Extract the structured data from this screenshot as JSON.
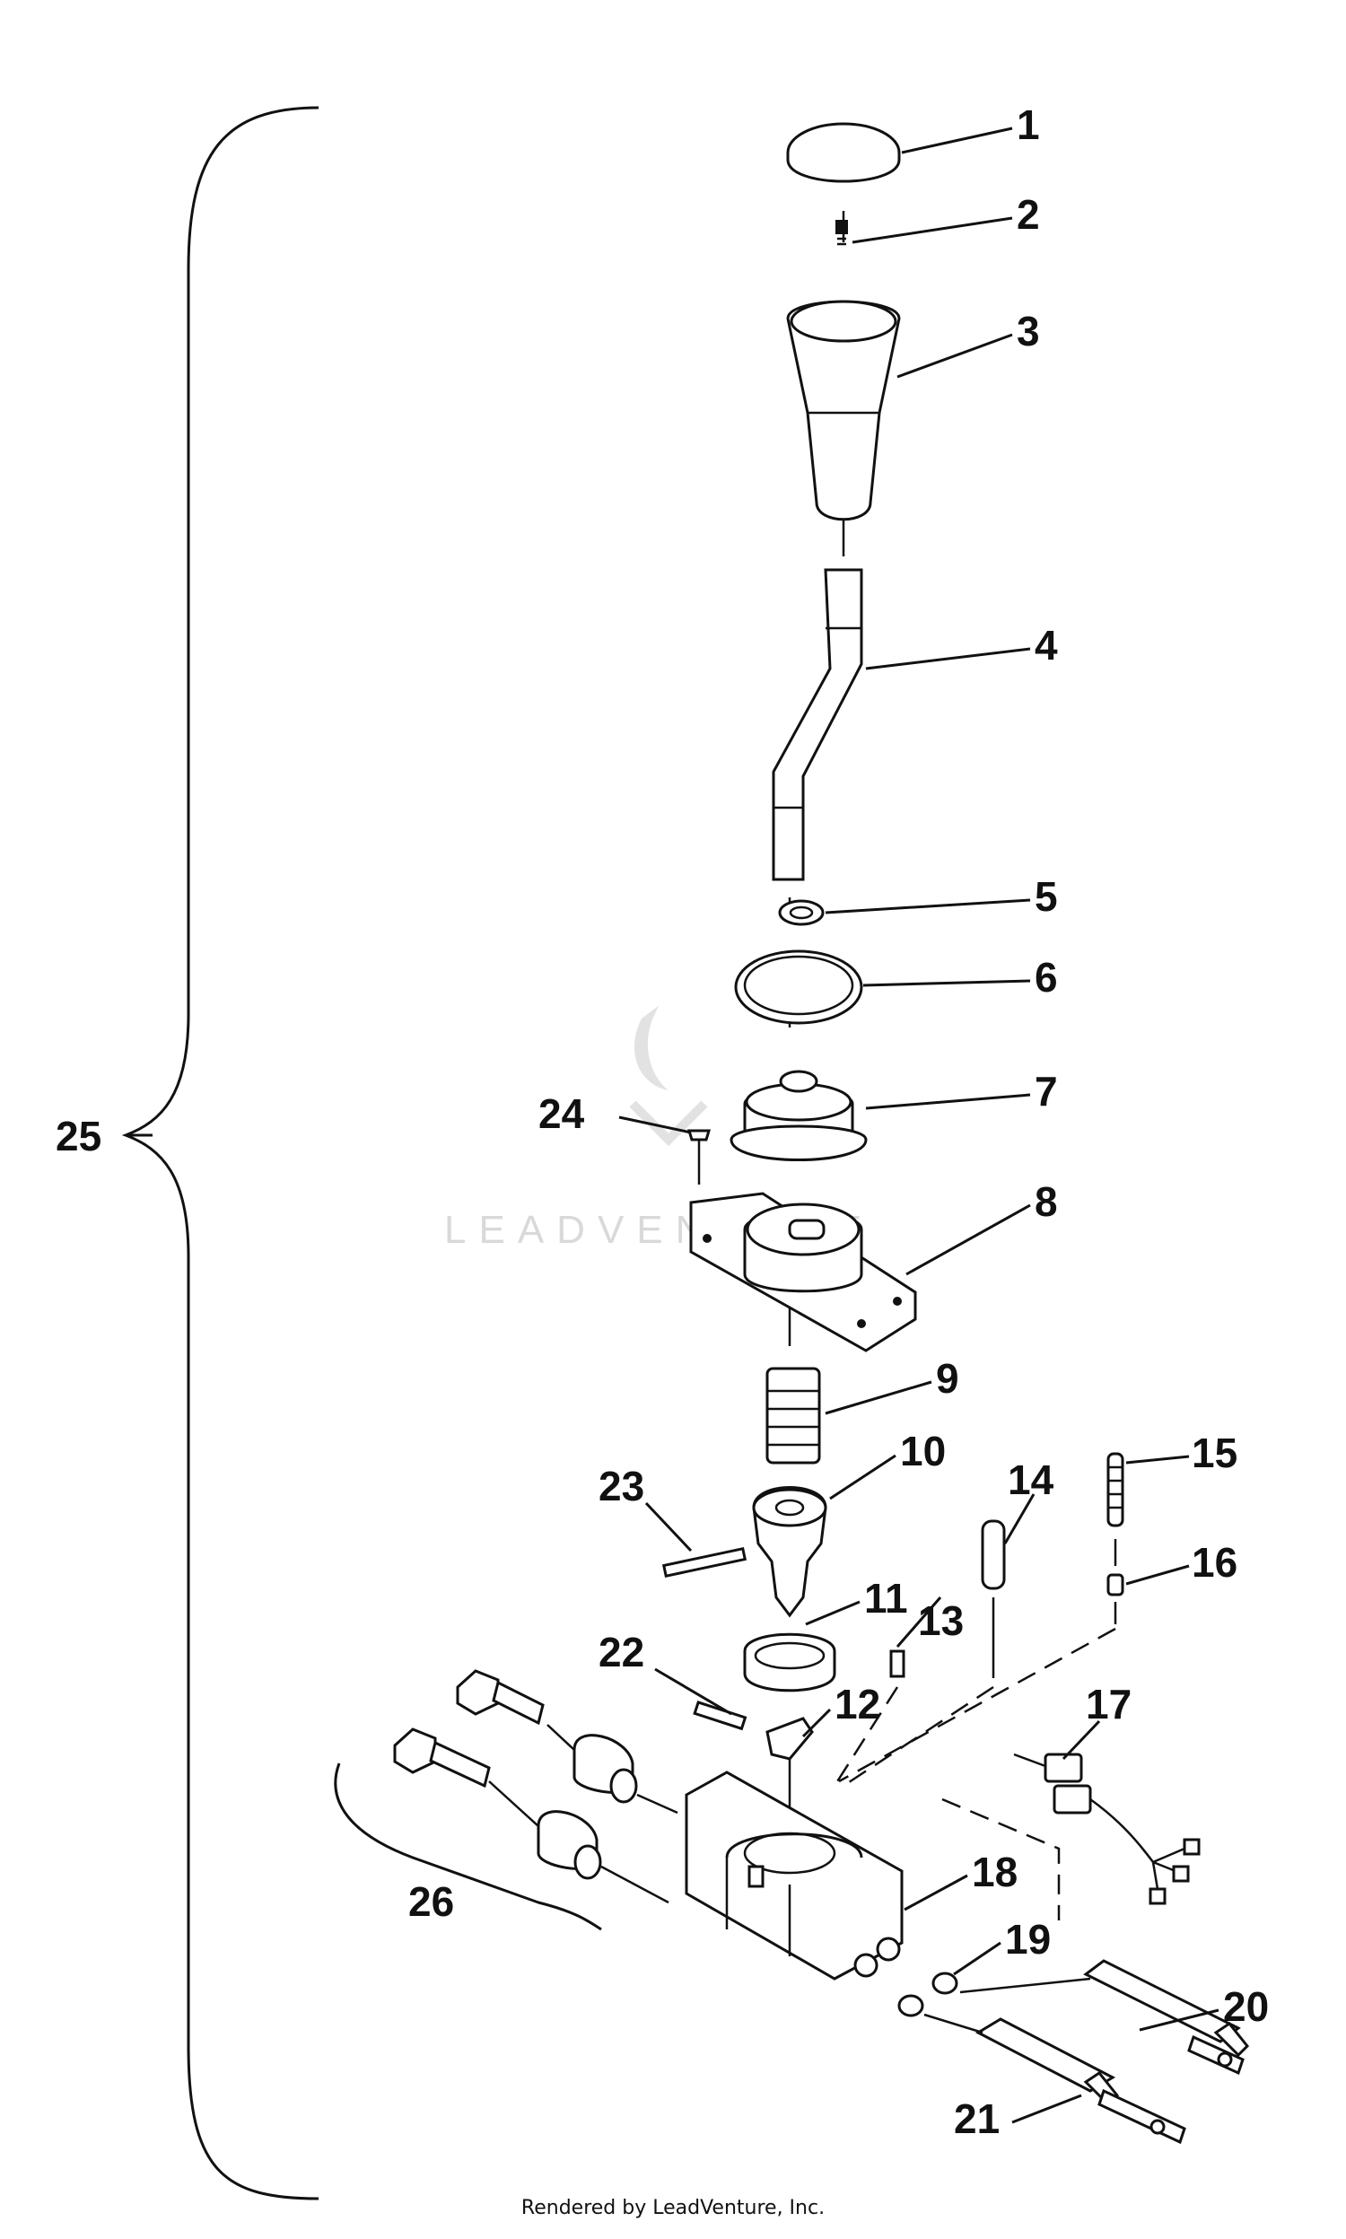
{
  "diagram": {
    "callouts": [
      "1",
      "2",
      "3",
      "4",
      "5",
      "6",
      "7",
      "8",
      "9",
      "10",
      "11",
      "12",
      "13",
      "14",
      "15",
      "16",
      "17",
      "18",
      "19",
      "20",
      "21",
      "22",
      "23",
      "24",
      "25",
      "26"
    ],
    "watermark": "LEADVENTURE"
  },
  "footer": {
    "text": "Rendered by LeadVenture, Inc."
  }
}
